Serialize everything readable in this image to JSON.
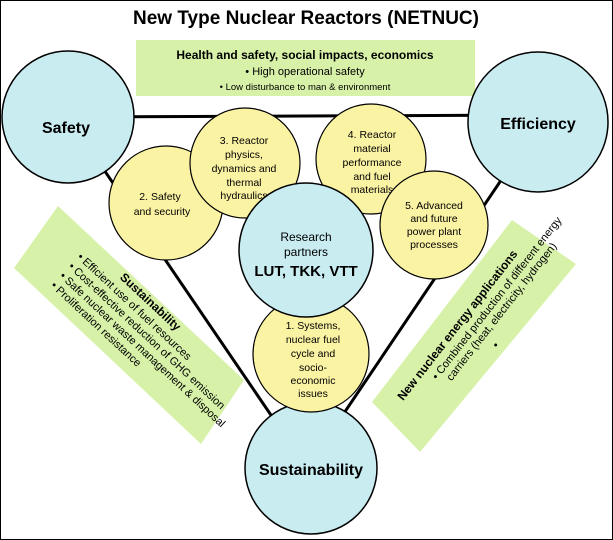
{
  "title": "New Type Nuclear Reactors (NETNUC)",
  "top_box": {
    "heading": "Health and safety, social impacts, economics",
    "lines": [
      "• High operational safety",
      "• Low disturbance to man & environment"
    ]
  },
  "left_box": {
    "heading": "Sustainability",
    "lines": [
      "• Efficient use of fuel resources",
      "• Cost-effective reduction of GHG emission",
      "• Safe nuclear waste management & disposal",
      "• Proliferation resistance"
    ]
  },
  "right_box": {
    "heading": "New nuclear energy applications",
    "lines": [
      "• Combined production of different energy",
      "carriers (heat, electricity, hydrogen)",
      "•"
    ]
  },
  "corners": {
    "safety": "Safety",
    "efficiency": "Efficiency",
    "sustainability": "Sustainability"
  },
  "center": {
    "line1": "Research",
    "line2": "partners",
    "line3": "LUT, TKK, VTT"
  },
  "topics": [
    {
      "lines": [
        "1. Systems,",
        "nuclear fuel",
        "cycle and",
        "socio-",
        "economic",
        "issues"
      ]
    },
    {
      "lines": [
        "2. Safety",
        "and security"
      ]
    },
    {
      "lines": [
        "3. Reactor",
        "physics,",
        "dynamics and",
        "thermal",
        "hydraulics"
      ]
    },
    {
      "lines": [
        "4. Reactor",
        "material",
        "performance",
        "and fuel",
        "materials"
      ]
    },
    {
      "lines": [
        "5. Advanced",
        "and future",
        "power plant",
        "processes"
      ]
    }
  ],
  "colors": {
    "outline": "#000000",
    "corner_fill": "#c9ecf1",
    "center_fill": "#c9ecf1",
    "topic_fill": "#fbf3a4",
    "box_fill": "#d7f2a8"
  }
}
